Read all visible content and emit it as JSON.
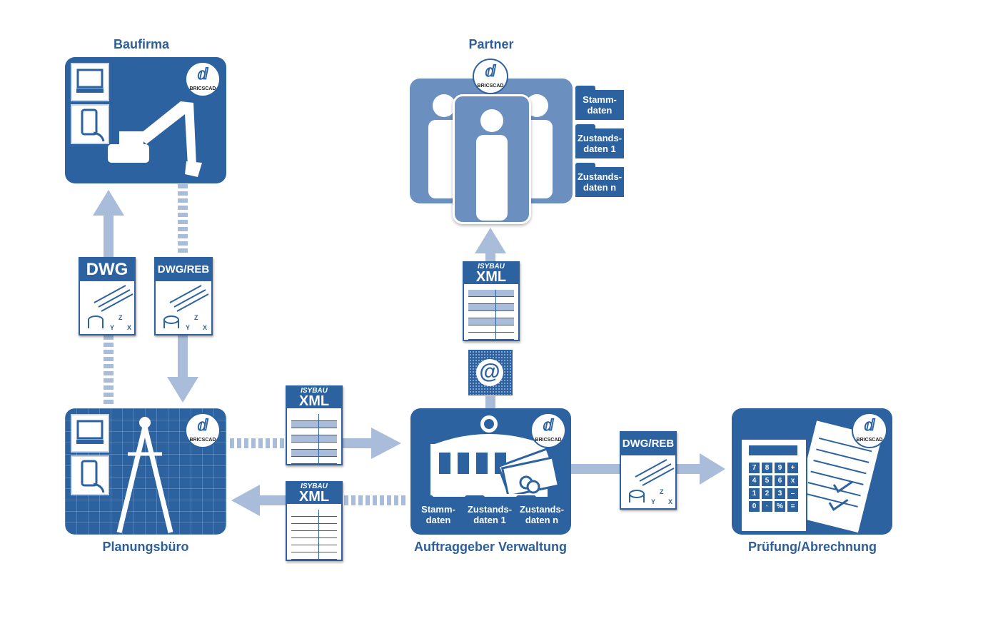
{
  "nodes": {
    "baufirma": {
      "label": "Baufirma"
    },
    "partner": {
      "label": "Partner"
    },
    "planungsbuero": {
      "label": "Planungsbüro"
    },
    "auftraggeber": {
      "label": "Auftraggeber Verwaltung"
    },
    "pruefung": {
      "label": "Prüfung/Abrechnung"
    }
  },
  "bricscad": {
    "text": "BRICSCAD"
  },
  "docs": {
    "dwg": {
      "title": "DWG"
    },
    "dwg_reb": {
      "title": "DWG/REB"
    },
    "isybau_top": "ISYBAU",
    "xml": "XML"
  },
  "axes": {
    "z": "Z",
    "y": "Y",
    "x": "X"
  },
  "email_symbol": "@",
  "partner_folders": [
    {
      "line1": "Stamm-",
      "line2": "daten"
    },
    {
      "line1": "Zustands-",
      "line2": "daten 1"
    },
    {
      "line1": "Zustands-",
      "line2": "daten n"
    }
  ],
  "admin_folders": [
    {
      "line1": "Stamm-",
      "line2": "daten"
    },
    {
      "line1": "Zustands-",
      "line2": "daten 1"
    },
    {
      "line1": "Zustands-",
      "line2": "daten n"
    }
  ],
  "calculator_keys": [
    "7",
    "8",
    "9",
    "+",
    "4",
    "5",
    "6",
    "x",
    "1",
    "2",
    "3",
    "–",
    "0",
    "·",
    "%",
    "="
  ],
  "colors": {
    "primary": "#2d62a0",
    "arrow": "#a9bcd9",
    "label": "#2e5f97",
    "partner_bg": "#6b8fbf"
  }
}
